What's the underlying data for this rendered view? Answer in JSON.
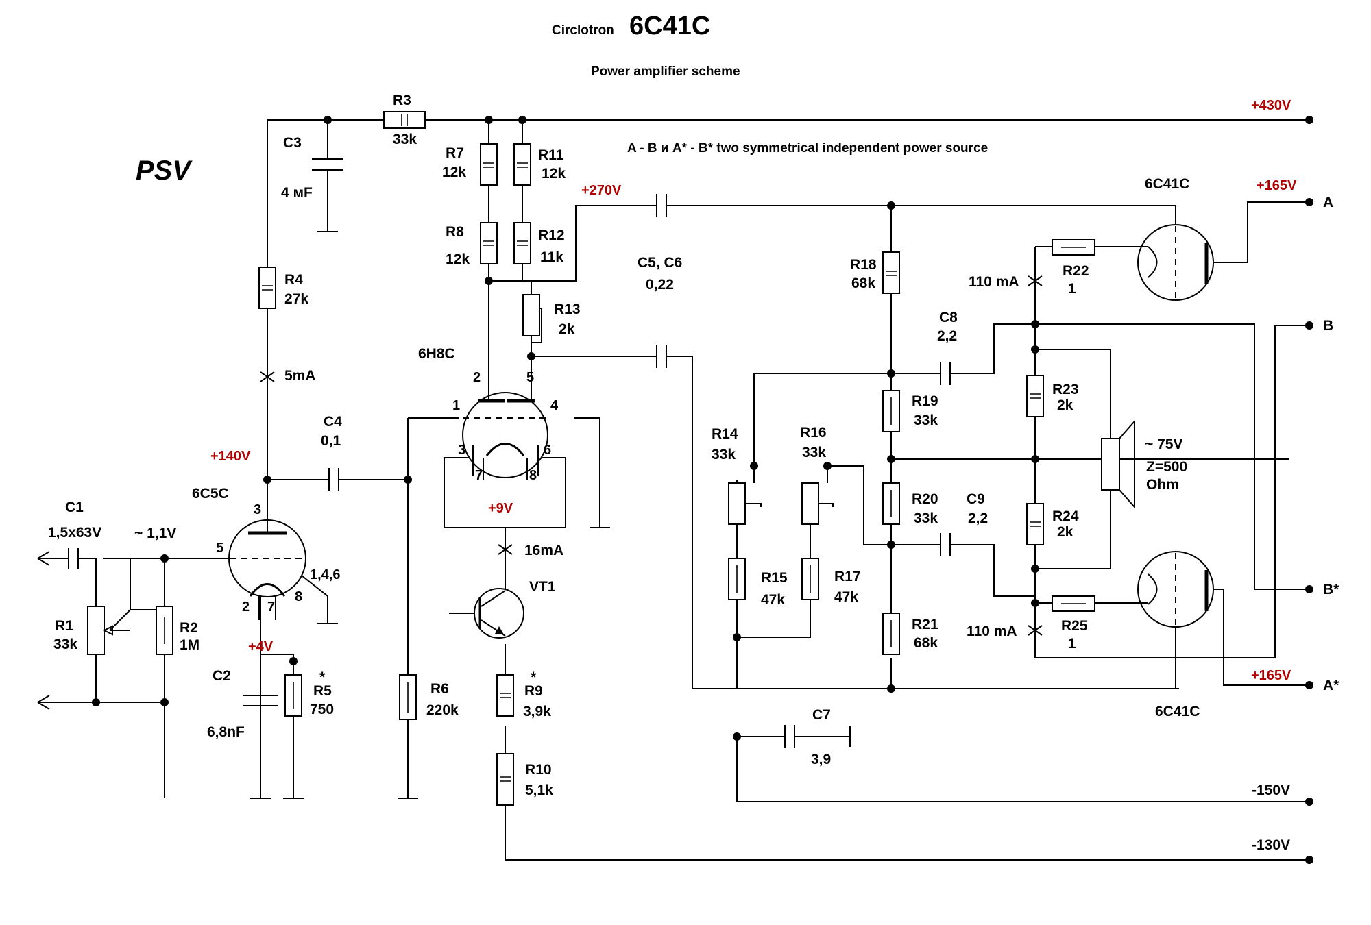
{
  "title": {
    "circlotron": "Circlotron",
    "tube": "6C41C",
    "subtitle": "Power amplifier scheme",
    "psv": "PSV",
    "note": "A - B и A* - B* two symmetrical independent power source"
  },
  "voltages": {
    "v430": "+430V",
    "v270": "+270V",
    "v165a": "+165V",
    "v165b": "+165V",
    "v140": "+140V",
    "v9": "+9V",
    "v4": "+4V",
    "vm150": "-150V",
    "vm130": "-130V",
    "sig": "~ 1,1V"
  },
  "terminals": {
    "a": "A",
    "b": "B",
    "bstar": "B*",
    "astar": "A*"
  },
  "resistors": {
    "r1": {
      "ref": "R1",
      "val": "33k"
    },
    "r2": {
      "ref": "R2",
      "val": "1M"
    },
    "r3": {
      "ref": "R3",
      "val": "33k"
    },
    "r4": {
      "ref": "R4",
      "val": "27k"
    },
    "r5": {
      "ref": "R5",
      "val": "750",
      "star": "*"
    },
    "r6": {
      "ref": "R6",
      "val": "220k"
    },
    "r7": {
      "ref": "R7",
      "val": "12k"
    },
    "r8": {
      "ref": "R8",
      "val": "12k"
    },
    "r9": {
      "ref": "R9",
      "val": "3,9k",
      "star": "*"
    },
    "r10": {
      "ref": "R10",
      "val": "5,1k"
    },
    "r11": {
      "ref": "R11",
      "val": "12k"
    },
    "r12": {
      "ref": "R12",
      "val": "11k"
    },
    "r13": {
      "ref": "R13",
      "val": "2k"
    },
    "r14": {
      "ref": "R14",
      "val": "33k"
    },
    "r15": {
      "ref": "R15",
      "val": "47k"
    },
    "r16": {
      "ref": "R16",
      "val": "33k"
    },
    "r17": {
      "ref": "R17",
      "val": "47k"
    },
    "r18": {
      "ref": "R18",
      "val": "68k"
    },
    "r19": {
      "ref": "R19",
      "val": "33k"
    },
    "r20": {
      "ref": "R20",
      "val": "33k"
    },
    "r21": {
      "ref": "R21",
      "val": "68k"
    },
    "r22": {
      "ref": "R22",
      "val": "1"
    },
    "r23": {
      "ref": "R23",
      "val": "2k"
    },
    "r24": {
      "ref": "R24",
      "val": "2k"
    },
    "r25": {
      "ref": "R25",
      "val": "1"
    }
  },
  "capacitors": {
    "c1": {
      "ref": "C1",
      "val": "1,5x63V"
    },
    "c2": {
      "ref": "C2",
      "val": "6,8nF"
    },
    "c3": {
      "ref": "C3",
      "val": "4 мF"
    },
    "c4": {
      "ref": "C4",
      "val": "0,1"
    },
    "c56": {
      "ref": "C5, C6",
      "val": "0,22"
    },
    "c7": {
      "ref": "C7",
      "val": "3,9"
    },
    "c8": {
      "ref": "C8",
      "val": "2,2"
    },
    "c9": {
      "ref": "C9",
      "val": "2,2"
    }
  },
  "tubes": {
    "v6c5c": "6C5C",
    "v6h8c": "6H8C",
    "vt1": "VT1",
    "out_top": "6C41C",
    "out_bottom": "6C41C",
    "pins_6c5c": {
      "p3": "3",
      "p5": "5",
      "p2": "2",
      "p7": "7",
      "p8": "8",
      "p146": "1,4,6"
    },
    "pins_6h8c": {
      "p1": "1",
      "p2": "2",
      "p3": "3",
      "p4": "4",
      "p5": "5",
      "p6": "6",
      "p7": "7",
      "p8": "8"
    }
  },
  "currents": {
    "i5": "5mA",
    "i16": "16mA",
    "i110a": "110 mA",
    "i110b": "110 mA"
  },
  "speaker": {
    "volt": "~ 75V",
    "z": "Z=500",
    "unit": "Ohm"
  }
}
